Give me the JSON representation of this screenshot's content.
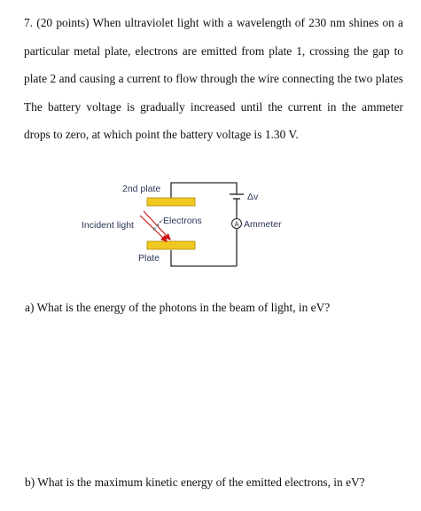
{
  "problem": {
    "text": "7. (20 points) When ultraviolet light with a wavelength of 230 nm shines on a particular metal plate, electrons are emitted from plate 1, crossing the gap to plate 2 and causing a current to flow through the wire connecting the two plates The battery voltage is gradually increased until the current in the ammeter drops to zero, at which point the battery voltage is 1.30 V."
  },
  "figure": {
    "label_2nd_plate": "2nd plate",
    "label_delta_v": "Δv",
    "label_incident_light": "Incident light",
    "label_electrons": "Electrons",
    "label_ammeter_symbol": "A",
    "label_ammeter": "Ammeter",
    "label_plate": "Plate",
    "colors": {
      "plate": "#f0c820",
      "plate_border": "#b08a00",
      "wire": "#2a2a2a",
      "light_ray": "#cc1111",
      "electron_path": "#666666"
    }
  },
  "questions": {
    "a": "a) What is the energy of the photons in the beam of light, in eV?",
    "b": "b) What is the maximum kinetic energy of the emitted electrons, in eV?"
  }
}
